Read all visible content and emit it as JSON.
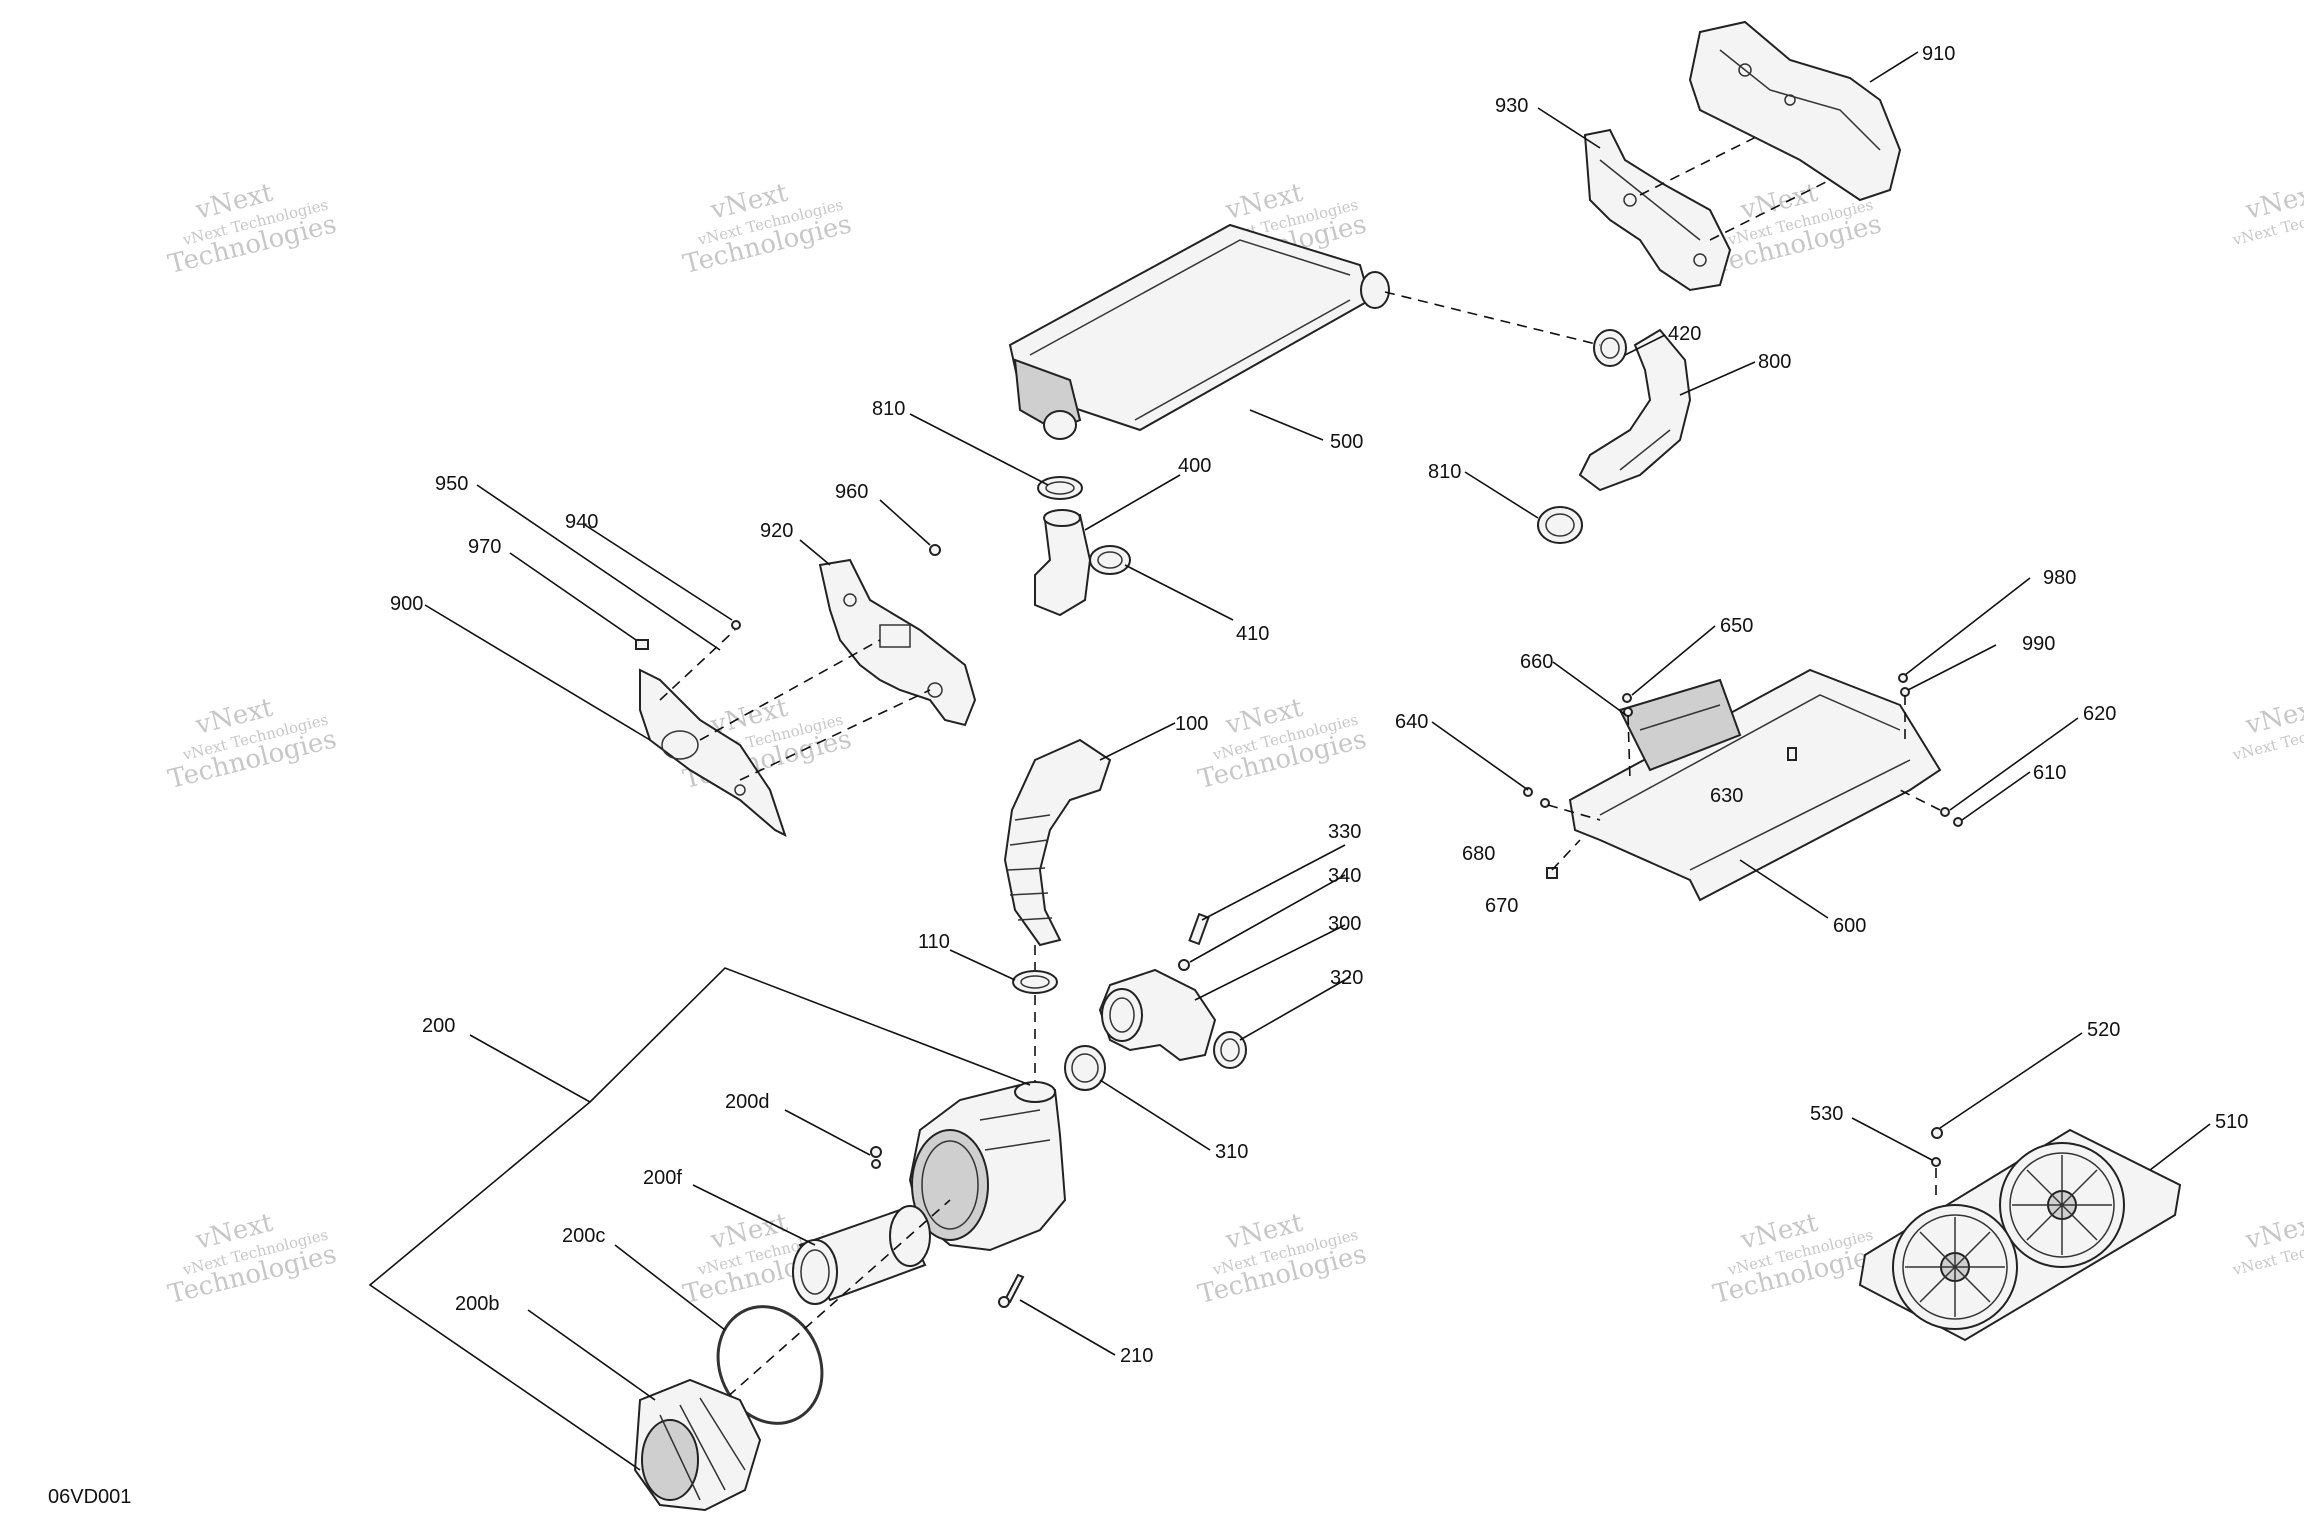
{
  "diagram_code": "06VD001",
  "watermark": {
    "line1": "vNext Technologies",
    "line2": "vNext",
    "line3": "Technologies"
  },
  "callouts": [
    "910",
    "930",
    "420",
    "800",
    "500",
    "810",
    "810",
    "400",
    "410",
    "950",
    "940",
    "970",
    "960",
    "920",
    "900",
    "100",
    "650",
    "660",
    "980",
    "990",
    "640",
    "620",
    "610",
    "630",
    "680",
    "670",
    "600",
    "330",
    "340",
    "300",
    "110",
    "320",
    "200",
    "310",
    "200d",
    "200f",
    "200c",
    "200b",
    "210",
    "520",
    "510",
    "530"
  ]
}
